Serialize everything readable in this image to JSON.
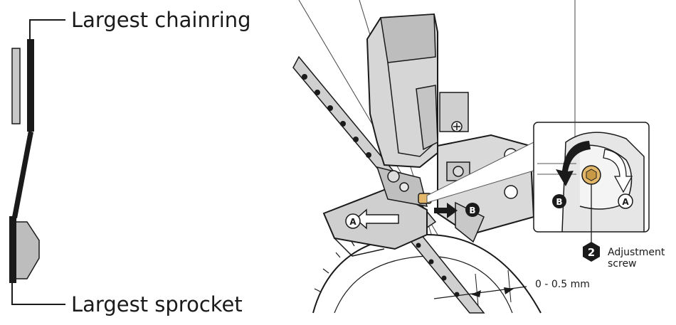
{
  "labels": {
    "largest_chainring": "Largest chainring",
    "largest_sprocket": "Largest sprocket",
    "step_number": "2",
    "adjustment_screw_line1": "Adjustment",
    "adjustment_screw_line2": "screw",
    "clearance": "0 - 0.5 mm"
  },
  "markers": {
    "a": "A",
    "b": "B"
  },
  "colors": {
    "line": "#1a1a1a",
    "metal_light": "#d6d6d6",
    "metal_mid": "#bdbdbd",
    "metal_dark": "#8c8c8c",
    "screw_gold": "#e3b86a"
  }
}
